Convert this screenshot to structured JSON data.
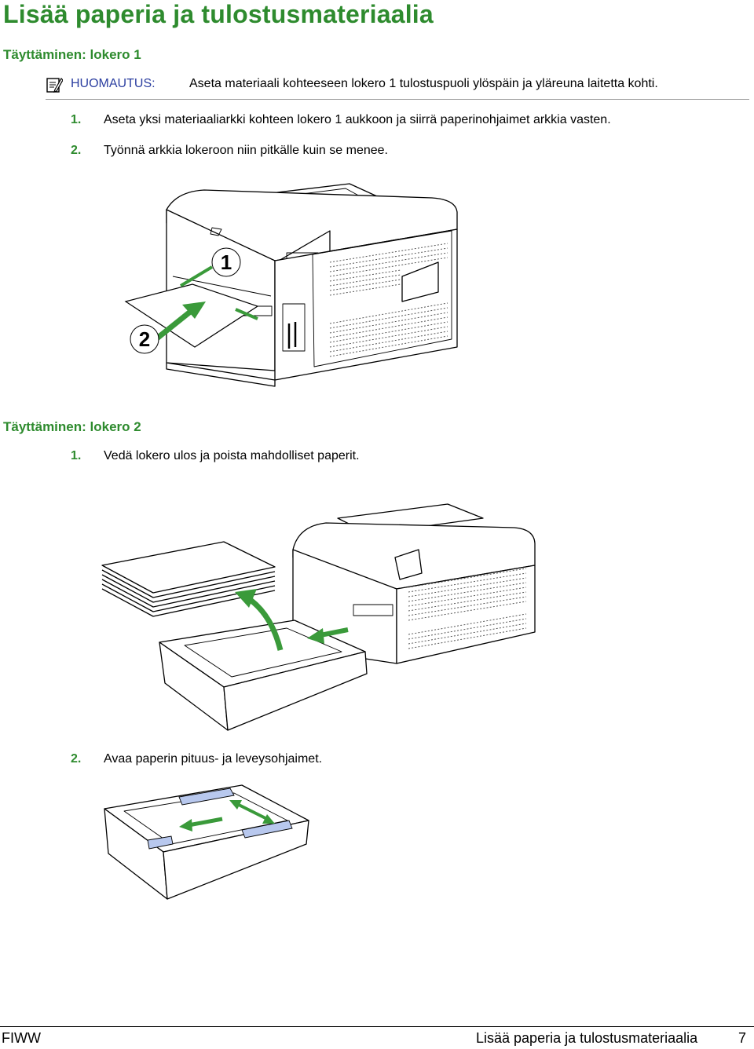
{
  "page": {
    "title": "Lisää paperia ja tulostusmateriaalia",
    "section1_heading": "Täyttäminen: lokero 1",
    "note": {
      "label": "HUOMAUTUS:",
      "text": "Aseta materiaali kohteeseen lokero 1 tulostuspuoli ylöspäin ja yläreuna laitetta kohti."
    },
    "steps1": [
      {
        "num": "1.",
        "text": "Aseta yksi materiaaliarkki kohteen lokero 1 aukkoon ja siirrä paperinohjaimet arkkia vasten."
      },
      {
        "num": "2.",
        "text": "Työnnä arkkia lokeroon niin pitkälle kuin se menee."
      }
    ],
    "figure1": {
      "callout1": "1",
      "callout2": "2"
    },
    "section2_heading": "Täyttäminen: lokero 2",
    "steps2": [
      {
        "num": "1.",
        "text": "Vedä lokero ulos ja poista mahdolliset paperit."
      },
      {
        "num": "2.",
        "text": "Avaa paperin pituus- ja leveysohjaimet."
      }
    ],
    "footer": {
      "left": "FIWW",
      "right_title": "Lisää paperia ja tulostusmateriaalia",
      "page_number": "7"
    }
  },
  "colors": {
    "heading_green": "#2e8b2e",
    "note_blue": "#2b3ea0",
    "arrow_green": "#3a9a3a",
    "guide_blue": "#b8c8ee"
  }
}
